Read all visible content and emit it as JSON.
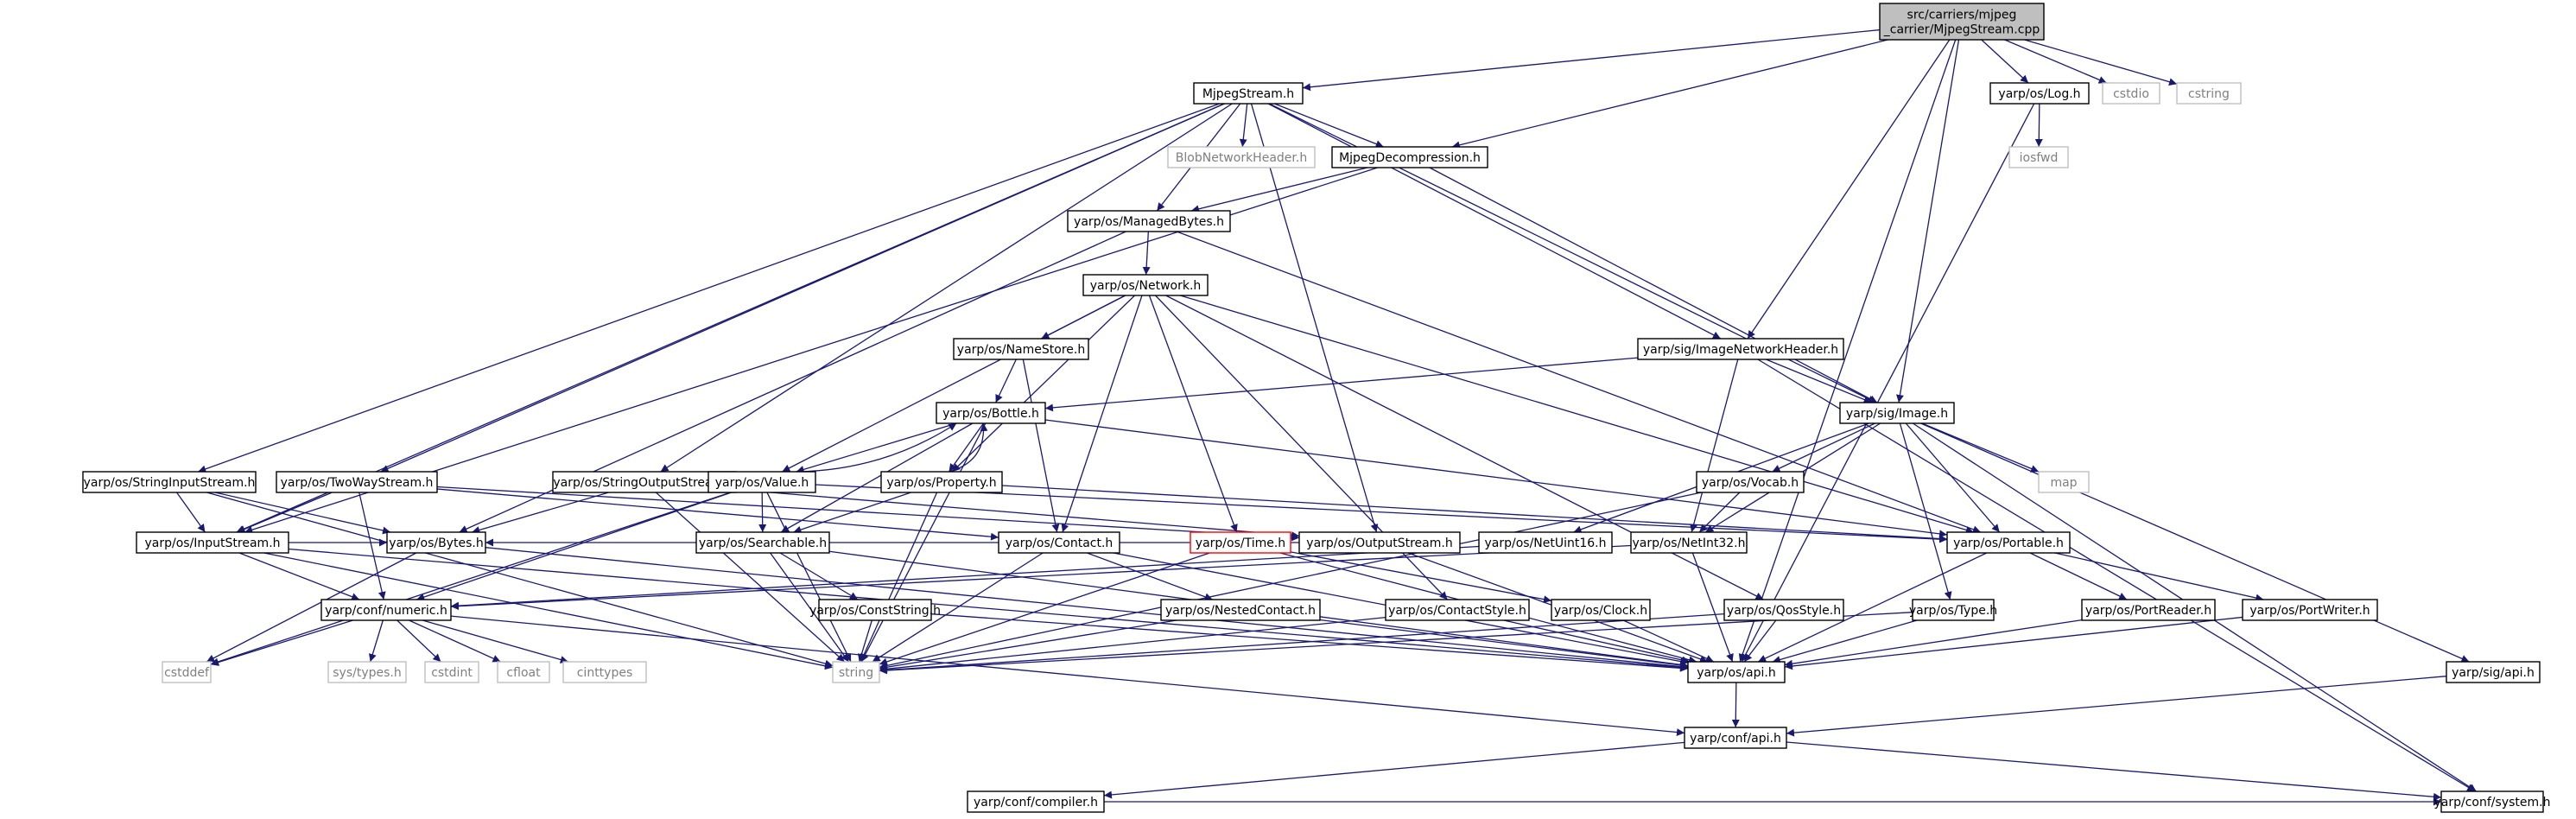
{
  "colors": {
    "edge": "#191970",
    "node_border": "#000000",
    "node_fill": "#ffffff",
    "root_fill": "#bfbfbf",
    "external_border": "#bfbfbf",
    "external_text": "#7f7f7f",
    "missing_border": "#ff0000",
    "text": "#000000"
  },
  "nodes": [
    {
      "id": "root",
      "lines": [
        "src/carriers/mjpeg",
        "_carrier/MjpegStream.cpp"
      ],
      "kind": "root"
    },
    {
      "id": "mjpegstream",
      "lines": [
        "MjpegStream.h"
      ],
      "kind": "normal"
    },
    {
      "id": "cstdio",
      "lines": [
        "cstdio"
      ],
      "kind": "external"
    },
    {
      "id": "cstring",
      "lines": [
        "cstring"
      ],
      "kind": "external"
    },
    {
      "id": "log",
      "lines": [
        "yarp/os/Log.h"
      ],
      "kind": "normal"
    },
    {
      "id": "iosfwd",
      "lines": [
        "iosfwd"
      ],
      "kind": "external"
    },
    {
      "id": "blobnet",
      "lines": [
        "BlobNetworkHeader.h"
      ],
      "kind": "external"
    },
    {
      "id": "mjpegdecomp",
      "lines": [
        "MjpegDecompression.h"
      ],
      "kind": "normal"
    },
    {
      "id": "managedbytes",
      "lines": [
        "yarp/os/ManagedBytes.h"
      ],
      "kind": "normal"
    },
    {
      "id": "network",
      "lines": [
        "yarp/os/Network.h"
      ],
      "kind": "normal"
    },
    {
      "id": "namestore",
      "lines": [
        "yarp/os/NameStore.h"
      ],
      "kind": "normal"
    },
    {
      "id": "imgnethdr",
      "lines": [
        "yarp/sig/ImageNetworkHeader.h"
      ],
      "kind": "normal"
    },
    {
      "id": "bottle",
      "lines": [
        "yarp/os/Bottle.h"
      ],
      "kind": "normal"
    },
    {
      "id": "image",
      "lines": [
        "yarp/sig/Image.h"
      ],
      "kind": "normal"
    },
    {
      "id": "strinput",
      "lines": [
        "yarp/os/StringInputStream.h"
      ],
      "kind": "normal"
    },
    {
      "id": "twoway",
      "lines": [
        "yarp/os/TwoWayStream.h"
      ],
      "kind": "normal"
    },
    {
      "id": "stroutput",
      "lines": [
        "yarp/os/StringOutputStream.h"
      ],
      "kind": "normal"
    },
    {
      "id": "value",
      "lines": [
        "yarp/os/Value.h"
      ],
      "kind": "normal"
    },
    {
      "id": "property",
      "lines": [
        "yarp/os/Property.h"
      ],
      "kind": "normal"
    },
    {
      "id": "vocab",
      "lines": [
        "yarp/os/Vocab.h"
      ],
      "kind": "normal"
    },
    {
      "id": "map",
      "lines": [
        "map"
      ],
      "kind": "external"
    },
    {
      "id": "inputstream",
      "lines": [
        "yarp/os/InputStream.h"
      ],
      "kind": "normal"
    },
    {
      "id": "bytes",
      "lines": [
        "yarp/os/Bytes.h"
      ],
      "kind": "normal"
    },
    {
      "id": "searchable",
      "lines": [
        "yarp/os/Searchable.h"
      ],
      "kind": "normal"
    },
    {
      "id": "contact",
      "lines": [
        "yarp/os/Contact.h"
      ],
      "kind": "normal"
    },
    {
      "id": "time",
      "lines": [
        "yarp/os/Time.h"
      ],
      "kind": "missing"
    },
    {
      "id": "outputstream",
      "lines": [
        "yarp/os/OutputStream.h"
      ],
      "kind": "normal"
    },
    {
      "id": "netuint16",
      "lines": [
        "yarp/os/NetUint16.h"
      ],
      "kind": "normal"
    },
    {
      "id": "netint32",
      "lines": [
        "yarp/os/NetInt32.h"
      ],
      "kind": "normal"
    },
    {
      "id": "portable",
      "lines": [
        "yarp/os/Portable.h"
      ],
      "kind": "normal"
    },
    {
      "id": "numeric",
      "lines": [
        "yarp/conf/numeric.h"
      ],
      "kind": "normal"
    },
    {
      "id": "conststring",
      "lines": [
        "yarp/os/ConstString.h"
      ],
      "kind": "normal"
    },
    {
      "id": "nestedcontact",
      "lines": [
        "yarp/os/NestedContact.h"
      ],
      "kind": "normal"
    },
    {
      "id": "contactstyle",
      "lines": [
        "yarp/os/ContactStyle.h"
      ],
      "kind": "normal"
    },
    {
      "id": "clock",
      "lines": [
        "yarp/os/Clock.h"
      ],
      "kind": "normal"
    },
    {
      "id": "qosstyle",
      "lines": [
        "yarp/os/QosStyle.h"
      ],
      "kind": "normal"
    },
    {
      "id": "type",
      "lines": [
        "yarp/os/Type.h"
      ],
      "kind": "normal"
    },
    {
      "id": "portreader",
      "lines": [
        "yarp/os/PortReader.h"
      ],
      "kind": "normal"
    },
    {
      "id": "portwriter",
      "lines": [
        "yarp/os/PortWriter.h"
      ],
      "kind": "normal"
    },
    {
      "id": "cstddef",
      "lines": [
        "cstddef"
      ],
      "kind": "external"
    },
    {
      "id": "systypes",
      "lines": [
        "sys/types.h"
      ],
      "kind": "external"
    },
    {
      "id": "cstdint",
      "lines": [
        "cstdint"
      ],
      "kind": "external"
    },
    {
      "id": "cfloat",
      "lines": [
        "cfloat"
      ],
      "kind": "external"
    },
    {
      "id": "cinttypes",
      "lines": [
        "cinttypes"
      ],
      "kind": "external"
    },
    {
      "id": "string",
      "lines": [
        "string"
      ],
      "kind": "external"
    },
    {
      "id": "osapi",
      "lines": [
        "yarp/os/api.h"
      ],
      "kind": "normal"
    },
    {
      "id": "sigapi",
      "lines": [
        "yarp/sig/api.h"
      ],
      "kind": "normal"
    },
    {
      "id": "confapi",
      "lines": [
        "yarp/conf/api.h"
      ],
      "kind": "normal"
    },
    {
      "id": "compiler",
      "lines": [
        "yarp/conf/compiler.h"
      ],
      "kind": "normal"
    },
    {
      "id": "system",
      "lines": [
        "yarp/conf/system.h"
      ],
      "kind": "normal"
    }
  ],
  "edges": [
    [
      "root",
      "mjpegstream"
    ],
    [
      "root",
      "mjpegdecomp"
    ],
    [
      "root",
      "imgnethdr"
    ],
    [
      "root",
      "image"
    ],
    [
      "root",
      "log"
    ],
    [
      "root",
      "cstdio"
    ],
    [
      "root",
      "cstring"
    ],
    [
      "root",
      "osapi"
    ],
    [
      "log",
      "iosfwd"
    ],
    [
      "log",
      "osapi"
    ],
    [
      "mjpegstream",
      "blobnet"
    ],
    [
      "mjpegstream",
      "mjpegdecomp"
    ],
    [
      "mjpegstream",
      "managedbytes"
    ],
    [
      "mjpegstream",
      "imgnethdr"
    ],
    [
      "mjpegstream",
      "image"
    ],
    [
      "mjpegstream",
      "strinput"
    ],
    [
      "mjpegstream",
      "twoway"
    ],
    [
      "mjpegstream",
      "stroutput"
    ],
    [
      "mjpegstream",
      "inputstream"
    ],
    [
      "mjpegstream",
      "outputstream"
    ],
    [
      "mjpegdecomp",
      "managedbytes"
    ],
    [
      "mjpegdecomp",
      "image"
    ],
    [
      "mjpegdecomp",
      "inputstream"
    ],
    [
      "managedbytes",
      "network"
    ],
    [
      "managedbytes",
      "bytes"
    ],
    [
      "managedbytes",
      "portable"
    ],
    [
      "network",
      "namestore"
    ],
    [
      "network",
      "value"
    ],
    [
      "network",
      "property"
    ],
    [
      "network",
      "contact"
    ],
    [
      "network",
      "time"
    ],
    [
      "network",
      "contactstyle"
    ],
    [
      "network",
      "qosstyle"
    ],
    [
      "network",
      "portable"
    ],
    [
      "namestore",
      "bottle"
    ],
    [
      "namestore",
      "contact"
    ],
    [
      "imgnethdr",
      "bottle"
    ],
    [
      "imgnethdr",
      "image"
    ],
    [
      "imgnethdr",
      "netint32"
    ],
    [
      "imgnethdr",
      "system"
    ],
    [
      "bottle",
      "value"
    ],
    [
      "bottle",
      "property"
    ],
    [
      "bottle",
      "searchable"
    ],
    [
      "bottle",
      "portable"
    ],
    [
      "bottle",
      "string"
    ],
    [
      "value",
      "bottle"
    ],
    [
      "value",
      "searchable"
    ],
    [
      "value",
      "numeric"
    ],
    [
      "value",
      "string"
    ],
    [
      "value",
      "cstddef"
    ],
    [
      "value",
      "portable"
    ],
    [
      "property",
      "bottle"
    ],
    [
      "property",
      "searchable"
    ],
    [
      "property",
      "string"
    ],
    [
      "property",
      "portable"
    ],
    [
      "image",
      "vocab"
    ],
    [
      "image",
      "map"
    ],
    [
      "image",
      "netuint16"
    ],
    [
      "image",
      "netint32"
    ],
    [
      "image",
      "portable"
    ],
    [
      "image",
      "type"
    ],
    [
      "image",
      "sigapi"
    ],
    [
      "image",
      "system"
    ],
    [
      "vocab",
      "netint32"
    ],
    [
      "vocab",
      "string"
    ],
    [
      "strinput",
      "inputstream"
    ],
    [
      "strinput",
      "bytes"
    ],
    [
      "strinput",
      "string"
    ],
    [
      "twoway",
      "inputstream"
    ],
    [
      "twoway",
      "outputstream"
    ],
    [
      "twoway",
      "contact"
    ],
    [
      "twoway",
      "numeric"
    ],
    [
      "stroutput",
      "outputstream"
    ],
    [
      "stroutput",
      "bytes"
    ],
    [
      "stroutput",
      "string"
    ],
    [
      "inputstream",
      "numeric"
    ],
    [
      "inputstream",
      "bytes"
    ],
    [
      "inputstream",
      "osapi"
    ],
    [
      "inputstream",
      "string"
    ],
    [
      "bytes",
      "osapi"
    ],
    [
      "bytes",
      "cstddef"
    ],
    [
      "searchable",
      "conststring"
    ],
    [
      "searchable",
      "osapi"
    ],
    [
      "searchable",
      "string"
    ],
    [
      "contact",
      "nestedcontact"
    ],
    [
      "contact",
      "string"
    ],
    [
      "contact",
      "osapi"
    ],
    [
      "time",
      "clock"
    ],
    [
      "time",
      "osapi"
    ],
    [
      "time",
      "string"
    ],
    [
      "outputstream",
      "osapi"
    ],
    [
      "outputstream",
      "bytes"
    ],
    [
      "netuint16",
      "numeric"
    ],
    [
      "netint32",
      "numeric"
    ],
    [
      "netint32",
      "osapi"
    ],
    [
      "portable",
      "portreader"
    ],
    [
      "portable",
      "portwriter"
    ],
    [
      "portable",
      "osapi"
    ],
    [
      "numeric",
      "cstddef"
    ],
    [
      "numeric",
      "systypes"
    ],
    [
      "numeric",
      "cstdint"
    ],
    [
      "numeric",
      "cfloat"
    ],
    [
      "numeric",
      "cinttypes"
    ],
    [
      "numeric",
      "confapi"
    ],
    [
      "conststring",
      "string"
    ],
    [
      "conststring",
      "osapi"
    ],
    [
      "nestedcontact",
      "string"
    ],
    [
      "nestedcontact",
      "osapi"
    ],
    [
      "contactstyle",
      "osapi"
    ],
    [
      "contactstyle",
      "string"
    ],
    [
      "clock",
      "osapi"
    ],
    [
      "qosstyle",
      "osapi"
    ],
    [
      "qosstyle",
      "string"
    ],
    [
      "type",
      "osapi"
    ],
    [
      "type",
      "string"
    ],
    [
      "portreader",
      "osapi"
    ],
    [
      "portwriter",
      "osapi"
    ],
    [
      "osapi",
      "confapi"
    ],
    [
      "sigapi",
      "confapi"
    ],
    [
      "confapi",
      "compiler"
    ],
    [
      "confapi",
      "system"
    ],
    [
      "compiler",
      "system"
    ]
  ]
}
